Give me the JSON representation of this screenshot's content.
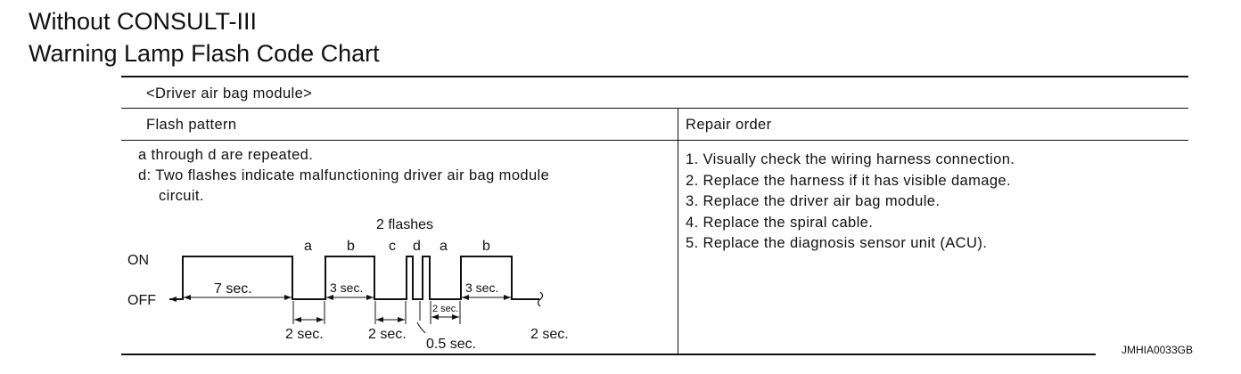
{
  "title_line1": "Without CONSULT-III",
  "title_line2": "Warning Lamp Flash Code Chart",
  "table": {
    "section_label": "<Driver air bag module>",
    "col_flash_pattern": "Flash pattern",
    "col_repair_order": "Repair order",
    "note_repeat": "a through d are repeated.",
    "note_d_line1": "d: Two flashes indicate malfunctioning driver air bag module",
    "note_d_line2": "circuit.",
    "repair_steps": [
      "1. Visually check the wiring harness connection.",
      "2. Replace the harness if it has visible damage.",
      "3. Replace the driver air bag module.",
      "4. Replace the spiral cable.",
      "5. Replace the diagnosis sensor unit (ACU)."
    ]
  },
  "diagram": {
    "label_on": "ON",
    "label_off": "OFF",
    "label_two_flashes": "2 flashes",
    "label_a1": "a",
    "label_b1": "b",
    "label_c": "c",
    "label_d": "d",
    "label_a2": "a",
    "label_b2": "b",
    "label_7sec": "7 sec.",
    "label_3sec_1": "3 sec.",
    "label_3sec_2": "3 sec.",
    "label_2sec_small": "2 sec.",
    "label_2sec_1": "2 sec.",
    "label_2sec_2": "2 sec.",
    "label_2sec_3": "2 sec.",
    "label_05sec": "0.5 sec."
  },
  "figure_code": "JMHIA0033GB"
}
